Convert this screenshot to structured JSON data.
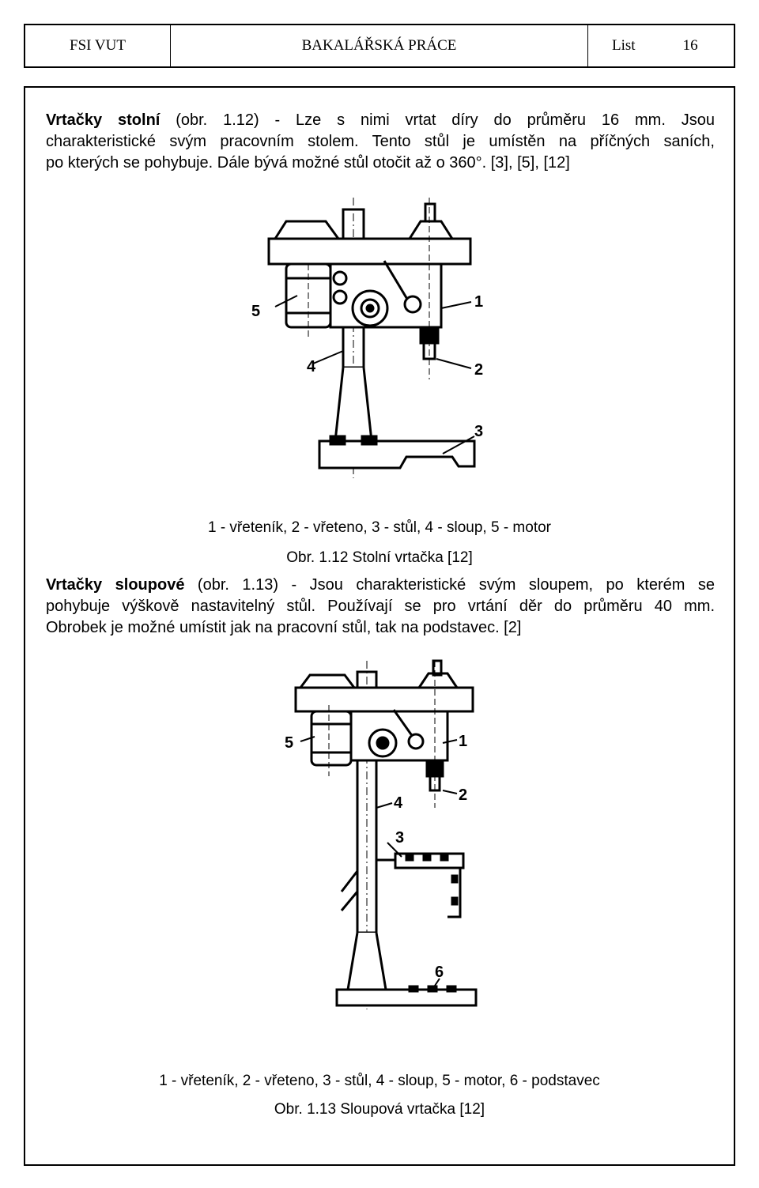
{
  "header": {
    "left": "FSI VUT",
    "center": "BAKALÁŘSKÁ PRÁCE",
    "list_label": "List",
    "page_number": "16"
  },
  "section1": {
    "term": "Vrtačky stolní",
    "line1_rest": " (obr. 1.12) - Lze s nimi vrtat díry do průměru 16 mm. Jsou",
    "line2": "charakteristické svým pracovním stolem. Tento stůl je umístěn na příčných saních,",
    "line3": "po kterých se pohybuje. Dále bývá možné stůl otočit až o 360°. [3], [5], [12]"
  },
  "figure1": {
    "labels": [
      "1",
      "2",
      "3",
      "4",
      "5"
    ],
    "legend": "1 - vřeteník, 2 - vřeteno, 3 - stůl, 4 - sloup, 5 - motor",
    "caption": "Obr. 1.12 Stolní vrtačka [12]"
  },
  "section2": {
    "term": "Vrtačky sloupové",
    "line1_rest": " (obr. 1.13) - Jsou charakteristické svým sloupem, po kterém se",
    "line2": "pohybuje výškově nastavitelný stůl. Používají se pro vrtání děr do průměru 40 mm.",
    "line3": "Obrobek je možné umístit jak na pracovní stůl, tak na podstavec. [2]"
  },
  "figure2": {
    "labels": [
      "1",
      "2",
      "3",
      "4",
      "5",
      "6"
    ],
    "legend": "1 - vřeteník, 2 - vřeteno, 3 - stůl, 4 - sloup, 5 - motor, 6 - podstavec",
    "caption": "Obr. 1.13 Sloupová vrtačka [12]"
  }
}
